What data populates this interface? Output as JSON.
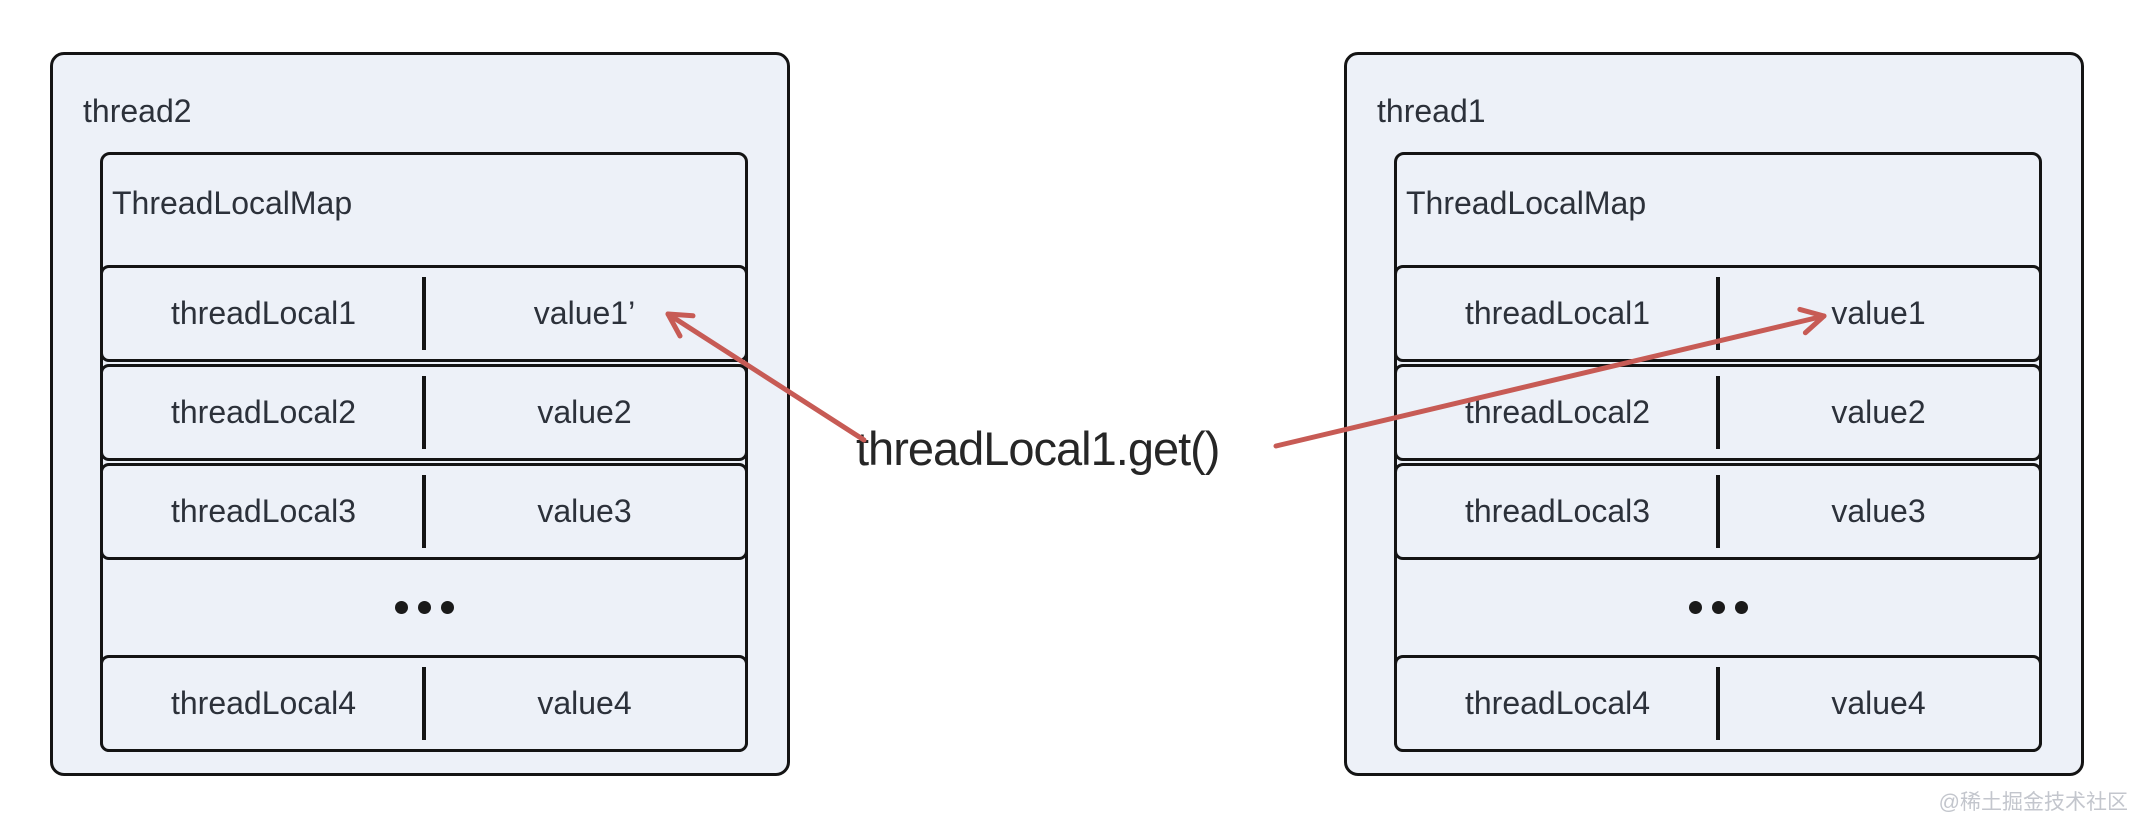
{
  "center_label": "threadLocal1.get()",
  "watermark": "@稀土掘金技术社区",
  "ellipsis": "•••",
  "threads": [
    {
      "title": "thread2",
      "map_title": "ThreadLocalMap",
      "rows": [
        {
          "key": "threadLocal1",
          "value": "value1’"
        },
        {
          "key": "threadLocal2",
          "value": "value2"
        },
        {
          "key": "threadLocal3",
          "value": "value3"
        },
        {
          "key": "threadLocal4",
          "value": "value4"
        }
      ]
    },
    {
      "title": "thread1",
      "map_title": "ThreadLocalMap",
      "rows": [
        {
          "key": "threadLocal1",
          "value": "value1"
        },
        {
          "key": "threadLocal2",
          "value": "value2"
        },
        {
          "key": "threadLocal3",
          "value": "value3"
        },
        {
          "key": "threadLocal4",
          "value": "value4"
        }
      ]
    }
  ],
  "colors": {
    "arrow": "#c75b55",
    "box_fill": "#edf1f8",
    "box_border": "#141414",
    "text": "#2c313a",
    "label_text": "#262626",
    "watermark_text": "#c3c6cd"
  }
}
